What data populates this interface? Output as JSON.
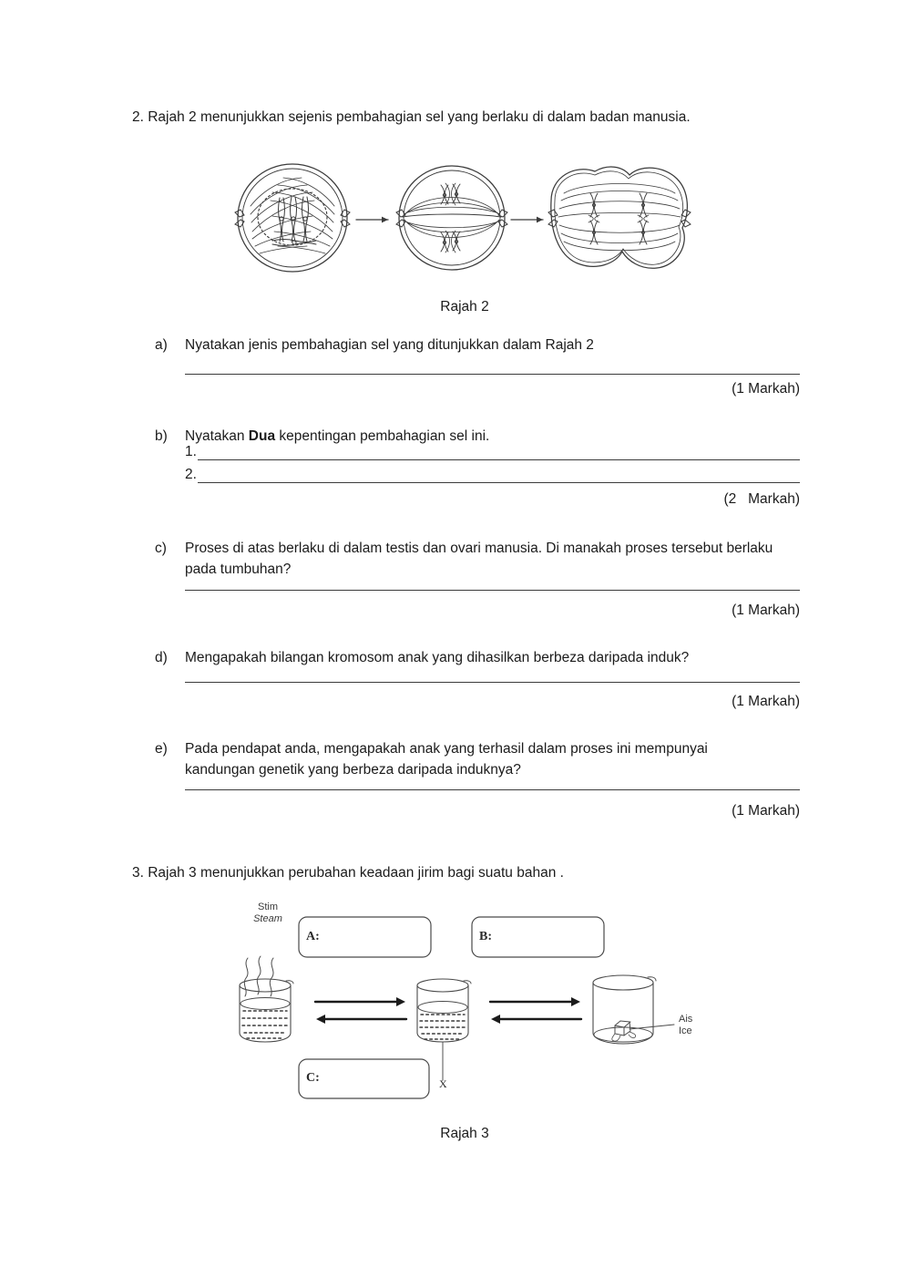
{
  "document": {
    "language": "ms",
    "page_background": "#ffffff",
    "text_color": "#1b1b1b",
    "rule_color": "#3b3b3b"
  },
  "question2": {
    "intro": "2. Rajah 2 menunjukkan sejenis pembahagian sel yang berlaku di dalam badan manusia.",
    "figure_caption": "Rajah 2",
    "parts": [
      {
        "label": "a)",
        "text": "Nyatakan jenis pembahagian sel yang ditunjukkan dalam Rajah 2",
        "marks": "(1 Markah)"
      },
      {
        "label": "b)",
        "text_before_bold": "Nyatakan ",
        "bold": "Dua",
        "text_after_bold": " kepentingan pembahagian sel ini.",
        "sub_items": [
          "1.",
          "2."
        ],
        "marks": "(2   Markah)"
      },
      {
        "label": "c)",
        "text": "Proses di atas berlaku di dalam testis dan ovari manusia. Di manakah proses tersebut berlaku pada tumbuhan?",
        "marks": "(1 Markah)"
      },
      {
        "label": "d)",
        "text": "Mengapakah bilangan kromosom anak yang dihasilkan berbeza daripada induk?",
        "marks": "(1 Markah)"
      },
      {
        "label": "e)",
        "text": "Pada pendapat anda, mengapakah anak yang terhasil dalam proses ini mempunyai kandungan genetik yang berbeza daripada induknya?",
        "marks": "(1 Markah)"
      }
    ],
    "figure2": {
      "name": "cell-division-stages-diagram",
      "description": "Tiga peringkat pembahagian sel dihubungkan oleh dua anak panah",
      "stages": [
        "sel dengan nukleus dan kromosom",
        "sel dengan kromosom berpasangan pada gelendong",
        "sel memanjang dengan kromosom berpisah"
      ],
      "arrows": 2
    }
  },
  "question3": {
    "intro": "3. Rajah 3 menunjukkan perubahan keadaan jirim bagi suatu bahan .",
    "figure_caption": "Rajah 3",
    "figure3": {
      "name": "states-of-matter-diagram",
      "labels": {
        "steam_ms": "Stim",
        "steam_en": "Steam",
        "ice_ms": "Ais",
        "ice_en": "Ice",
        "x_marker": "X"
      },
      "answer_boxes": [
        {
          "id": "A",
          "letter": "A:",
          "value": ""
        },
        {
          "id": "B",
          "letter": "B:",
          "value": ""
        },
        {
          "id": "C",
          "letter": "C:",
          "value": ""
        }
      ],
      "beakers": [
        {
          "id": "beaker-steam",
          "content": "cecair mendidih dengan stim"
        },
        {
          "id": "beaker-liquid",
          "content": "cecair"
        },
        {
          "id": "beaker-ice",
          "content": "ketulan ais"
        }
      ],
      "arrow_pairs": 2
    }
  }
}
